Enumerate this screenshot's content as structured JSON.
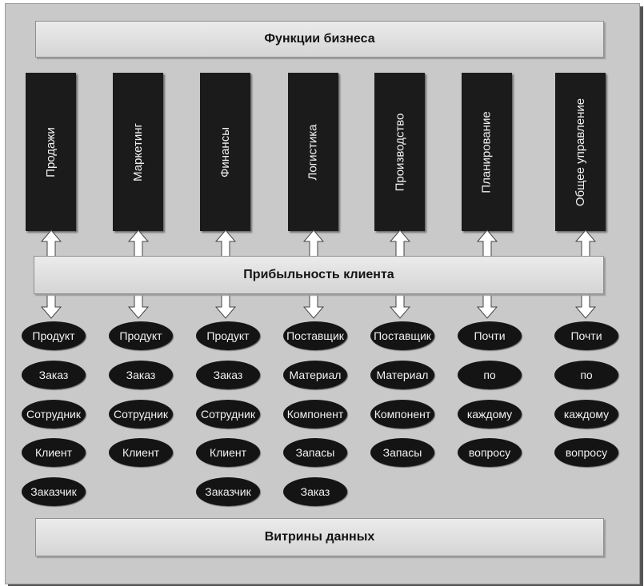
{
  "top_bar": {
    "label": "Функции бизнеса"
  },
  "middle_bar": {
    "label": "Прибыльность клиента"
  },
  "bottom_bar": {
    "label": "Витрины данных"
  },
  "functions": [
    {
      "label": "Продажи",
      "items": [
        "Продукт",
        "Заказ",
        "Сотрудник",
        "Клиент",
        "Заказчик"
      ]
    },
    {
      "label": "Маркетинг",
      "items": [
        "Продукт",
        "Заказ",
        "Сотрудник",
        "Клиент"
      ]
    },
    {
      "label": "Финансы",
      "items": [
        "Продукт",
        "Заказ",
        "Сотрудник",
        "Клиент",
        "Заказчик"
      ]
    },
    {
      "label": "Логистика",
      "items": [
        "Поставщик",
        "Материал",
        "Компонент",
        "Запасы",
        "Заказ"
      ]
    },
    {
      "label": "Производство",
      "items": [
        "Поставщик",
        "Материал",
        "Компонент",
        "Запасы"
      ]
    },
    {
      "label": "Планирование",
      "items": [
        "Почти",
        "по",
        "каждому",
        "вопросу"
      ]
    },
    {
      "label": "Общее управление",
      "items": [
        "Почти",
        "по",
        "каждому",
        "вопросу"
      ]
    }
  ]
}
